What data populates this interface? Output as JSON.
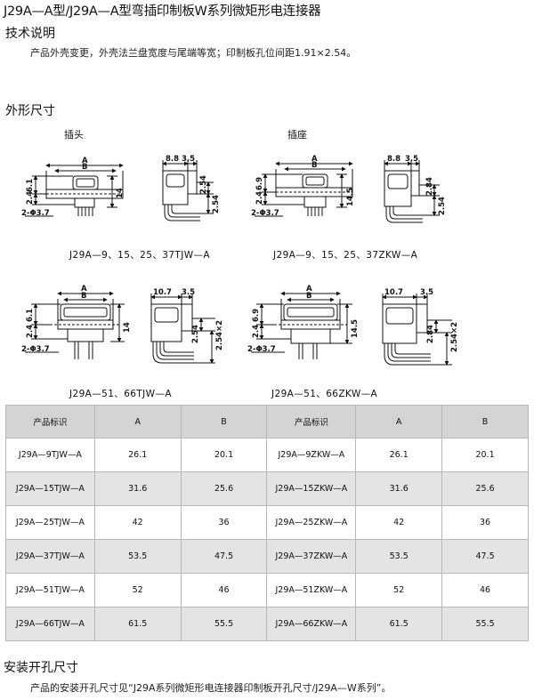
{
  "title": "J29A—A型/J29A—A型弯插印制板W系列微矩形电连接器",
  "tech": {
    "heading": "技术说明",
    "text": "产品外壳变更，外壳法兰盘宽度与尾端等宽；印制板孔位间距1.91×2.54。"
  },
  "outline": {
    "heading": "外形尺寸",
    "plug_label": "插头",
    "socket_label": "插座",
    "captions": [
      "J29A—9、15、25、37TJW—A",
      "J29A—9、15、25、37ZKW—A",
      "J29A—51、66TJW—A",
      "J29A—51、66ZKW—A"
    ],
    "dims": {
      "a": "A",
      "b": "B",
      "plug_h1": "6.1",
      "socket_h1": "6.9",
      "h2": "2.4",
      "hole": "2-Φ3.7",
      "plug_h3": "14",
      "socket_h3": "14.5",
      "plug_side_w": "8.8",
      "socket_side_w": "8.8",
      "large_side_w": "10.7",
      "side_w2": "3.5",
      "plug_side_h1": "2.54",
      "plug_side_h2": "2.54",
      "socket_side_h1": "2.84",
      "socket_side_h2": "2.54",
      "large_plug_side_h2": "2.54×2",
      "large_socket_side_h2": "2.54×2"
    }
  },
  "table": {
    "headers": [
      "产品标识",
      "A",
      "B",
      "产品标识",
      "A",
      "B"
    ],
    "rows": [
      [
        "J29A—9TJW—A",
        "26.1",
        "20.1",
        "J29A—9ZKW—A",
        "26.1",
        "20.1"
      ],
      [
        "J29A—15TJW—A",
        "31.6",
        "25.6",
        "J29A—15ZKW—A",
        "31.6",
        "25.6"
      ],
      [
        "J29A—25TJW—A",
        "42",
        "36",
        "J29A—25ZKW—A",
        "42",
        "36"
      ],
      [
        "J29A—37TJW—A",
        "53.5",
        "47.5",
        "J29A—37ZKW—A",
        "53.5",
        "47.5"
      ],
      [
        "J29A—51TJW—A",
        "52",
        "46",
        "J29A—51ZKW—A",
        "52",
        "46"
      ],
      [
        "J29A—66TJW—A",
        "61.5",
        "55.5",
        "J29A—66ZKW—A",
        "61.5",
        "55.5"
      ]
    ]
  },
  "mount": {
    "heading": "安装开孔尺寸",
    "text": "产品的安装开孔尺寸见“J29A系列微矩形电连接器印制板开孔尺寸/J29A—W系列”。"
  }
}
